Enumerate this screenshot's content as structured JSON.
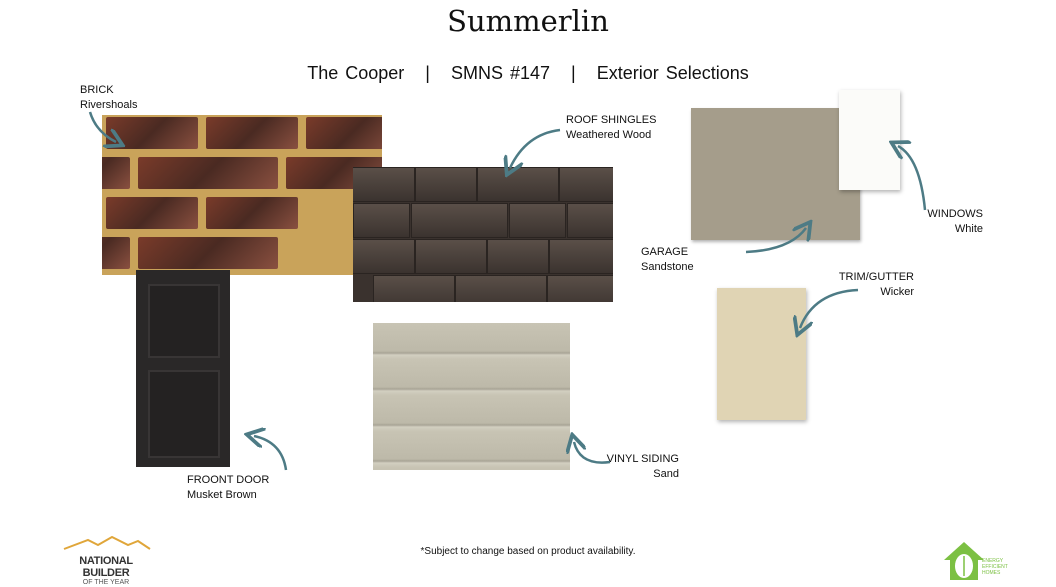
{
  "title": "Summerlin",
  "subtitle": "The Cooper   |   SMNS #147   |   Exterior Selections",
  "labels": {
    "brick": {
      "name": "BRICK",
      "value": "Rivershoals"
    },
    "roof": {
      "name": "ROOF SHINGLES",
      "value": "Weathered Wood"
    },
    "windows": {
      "name": "WINDOWS",
      "value": "White"
    },
    "garage": {
      "name": "GARAGE",
      "value": "Sandstone"
    },
    "trim": {
      "name": "TRIM/GUTTER",
      "value": "Wicker"
    },
    "siding": {
      "name": "VINYL SIDING",
      "value": "Sand"
    },
    "door": {
      "name": "FROONT DOOR",
      "value": "Musket Brown"
    }
  },
  "note": "*Subject to change based on product availability.",
  "logos": {
    "left": {
      "line1": "NATIONAL BUILDER",
      "line2": "OF THE YEAR"
    },
    "right": "ENERGY EFFICIENT HOMES"
  },
  "colors": {
    "arrow": "#4d7b85",
    "logo_gold": "#e0a63a",
    "logo_green": "#7cc043"
  }
}
